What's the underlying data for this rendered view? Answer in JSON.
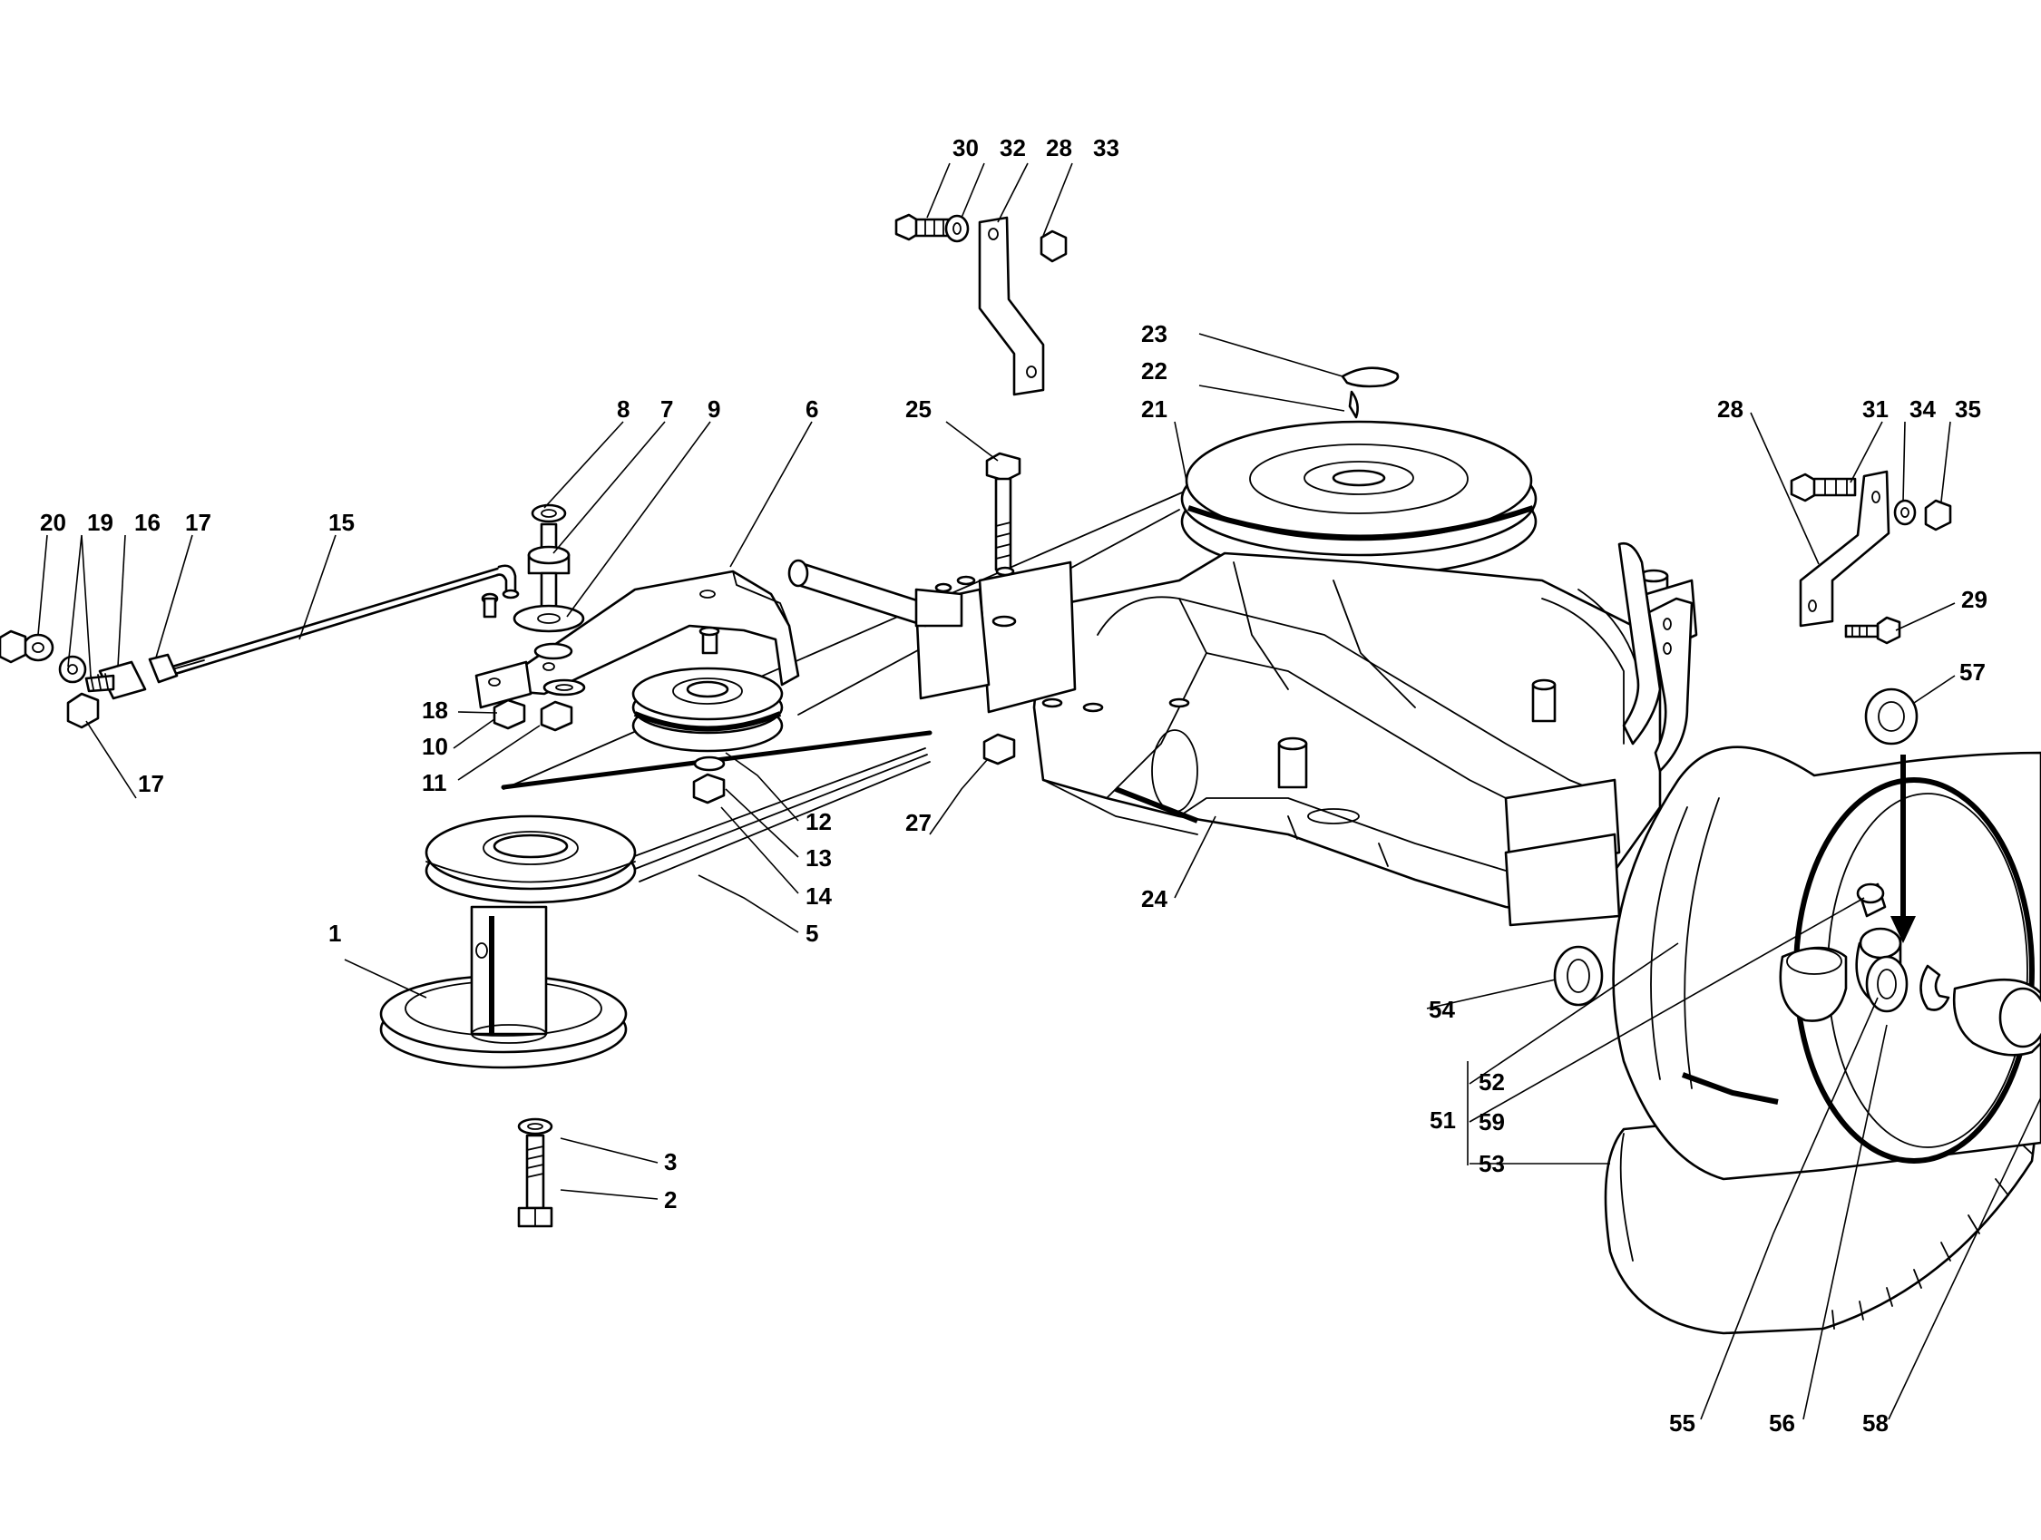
{
  "diagram": {
    "colors": {
      "ink": "#000000",
      "paper": "#ffffff"
    },
    "parts": [
      {
        "id": "p1",
        "label": "1"
      },
      {
        "id": "p2",
        "label": "2"
      },
      {
        "id": "p3",
        "label": "3"
      },
      {
        "id": "p5",
        "label": "5"
      },
      {
        "id": "p6",
        "label": "6"
      },
      {
        "id": "p7",
        "label": "7"
      },
      {
        "id": "p8",
        "label": "8"
      },
      {
        "id": "p9",
        "label": "9"
      },
      {
        "id": "p10",
        "label": "10"
      },
      {
        "id": "p11",
        "label": "11"
      },
      {
        "id": "p12",
        "label": "12"
      },
      {
        "id": "p13",
        "label": "13"
      },
      {
        "id": "p14",
        "label": "14"
      },
      {
        "id": "p15",
        "label": "15"
      },
      {
        "id": "p16",
        "label": "16"
      },
      {
        "id": "p17a",
        "label": "17"
      },
      {
        "id": "p17b",
        "label": "17"
      },
      {
        "id": "p18",
        "label": "18"
      },
      {
        "id": "p19",
        "label": "19"
      },
      {
        "id": "p20",
        "label": "20"
      },
      {
        "id": "p21",
        "label": "21"
      },
      {
        "id": "p22",
        "label": "22"
      },
      {
        "id": "p23",
        "label": "23"
      },
      {
        "id": "p24",
        "label": "24"
      },
      {
        "id": "p25",
        "label": "25"
      },
      {
        "id": "p27",
        "label": "27"
      },
      {
        "id": "p28a",
        "label": "28"
      },
      {
        "id": "p28b",
        "label": "28"
      },
      {
        "id": "p29",
        "label": "29"
      },
      {
        "id": "p30",
        "label": "30"
      },
      {
        "id": "p31",
        "label": "31"
      },
      {
        "id": "p32",
        "label": "32"
      },
      {
        "id": "p33",
        "label": "33"
      },
      {
        "id": "p34",
        "label": "34"
      },
      {
        "id": "p35",
        "label": "35"
      },
      {
        "id": "p51",
        "label": "51"
      },
      {
        "id": "p52",
        "label": "52"
      },
      {
        "id": "p53",
        "label": "53"
      },
      {
        "id": "p54",
        "label": "54"
      },
      {
        "id": "p55",
        "label": "55"
      },
      {
        "id": "p56",
        "label": "56"
      },
      {
        "id": "p57",
        "label": "57"
      },
      {
        "id": "p58",
        "label": "58"
      },
      {
        "id": "p59",
        "label": "59"
      }
    ]
  }
}
